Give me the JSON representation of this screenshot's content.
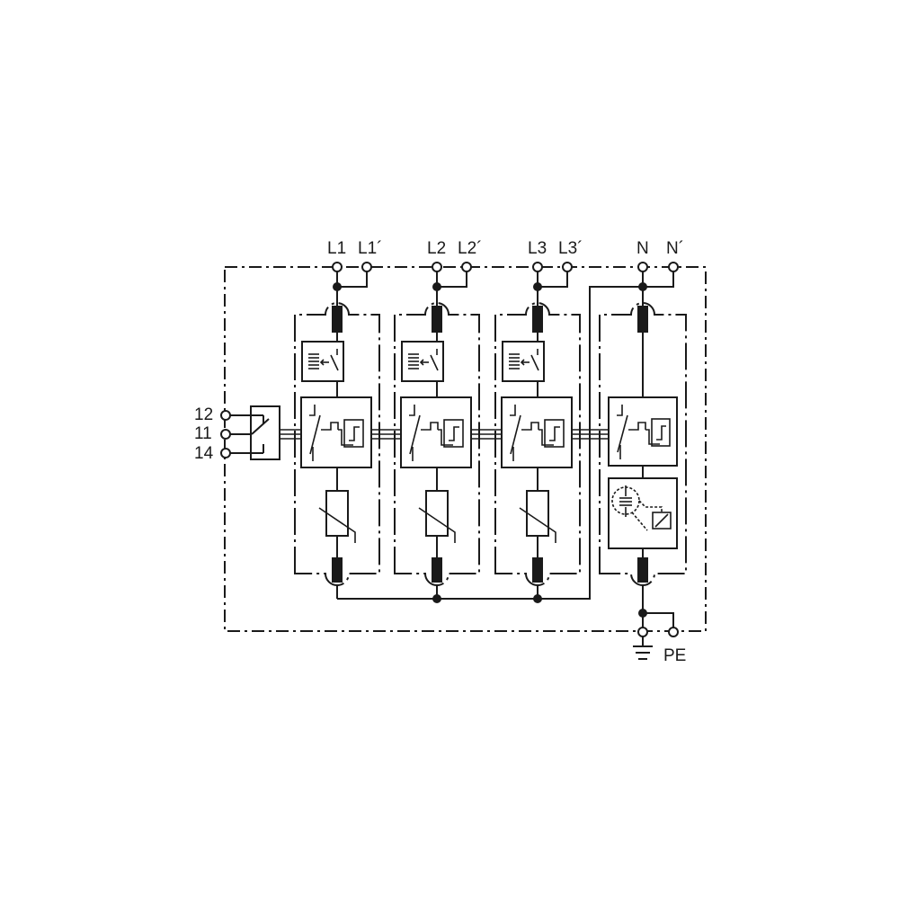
{
  "terminals": {
    "l1": "L1",
    "l1p": "L1´",
    "l2": "L2",
    "l2p": "L2´",
    "l3": "L3",
    "l3p": "L3´",
    "n": "N",
    "np": "N´",
    "pe": "PE"
  },
  "contacts": {
    "c12": "12",
    "c11": "11",
    "c14": "14"
  },
  "icons": [
    "thermal-disconnector-icon",
    "varistor-icon",
    "spark-gap-icon",
    "fuse-icon",
    "ground-icon",
    "signal-contact-icon"
  ]
}
